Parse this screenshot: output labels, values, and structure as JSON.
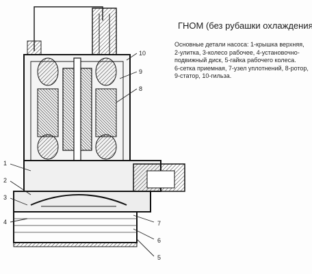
{
  "title": "ГНОМ (без рубашки охлаждения)",
  "description_lines": [
    "Основные детали насоса: 1-крышка верхняя,",
    "2-улитка, 3-колесо рабочее, 4-установочно-",
    "подвижный диск, 5-гайка рабочего колеса.",
    "6-сетка приемная, 7-узел уплотнений, 8-ротор,",
    "9-статор, 10-гильза."
  ],
  "callouts": [
    "1",
    "2",
    "3",
    "4",
    "5",
    "6",
    "7",
    "8",
    "9",
    "10"
  ]
}
